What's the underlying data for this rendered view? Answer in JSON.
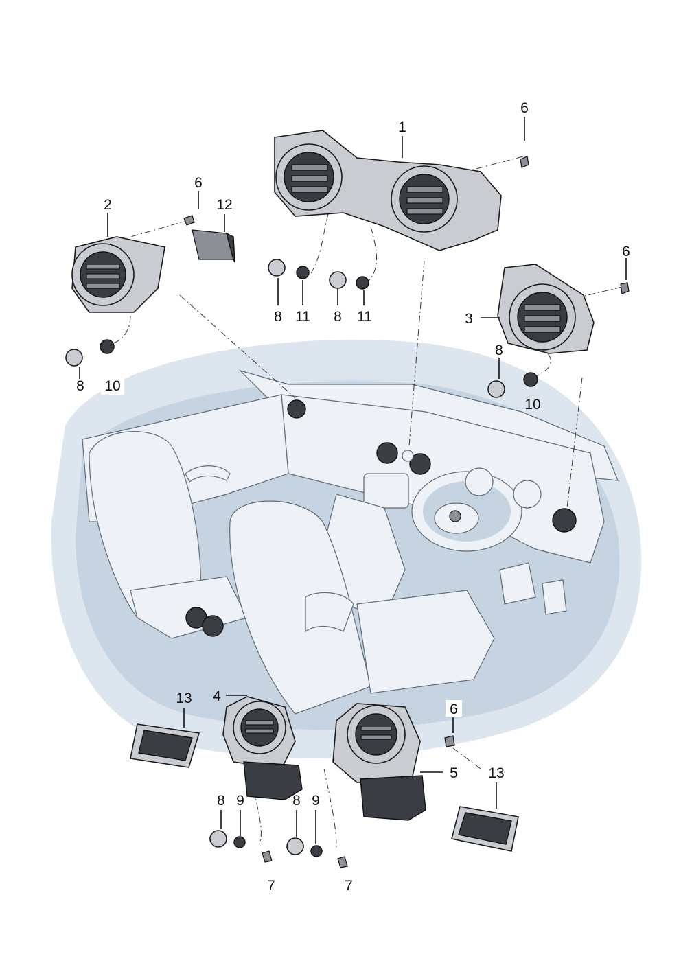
{
  "callouts": {
    "c1": "1",
    "c2": "2",
    "c3": "3",
    "c4": "4",
    "c5": "5",
    "c6a": "6",
    "c6b": "6",
    "c6c": "6",
    "c6d": "6",
    "c7a": "7",
    "c7b": "7",
    "c8a": "8",
    "c8b": "8",
    "c8c": "8",
    "c8d": "8",
    "c8e": "8",
    "c8f": "8",
    "c9a": "9",
    "c9b": "9",
    "c10a": "10",
    "c10b": "10",
    "c11a": "11",
    "c11b": "11",
    "c12": "12",
    "c13a": "13",
    "c13b": "13"
  },
  "colors": {
    "background": "#ffffff",
    "interior_tint": "#c6d4e2",
    "part_metal": "#c9ccd1",
    "part_dark": "#3a3d42"
  }
}
